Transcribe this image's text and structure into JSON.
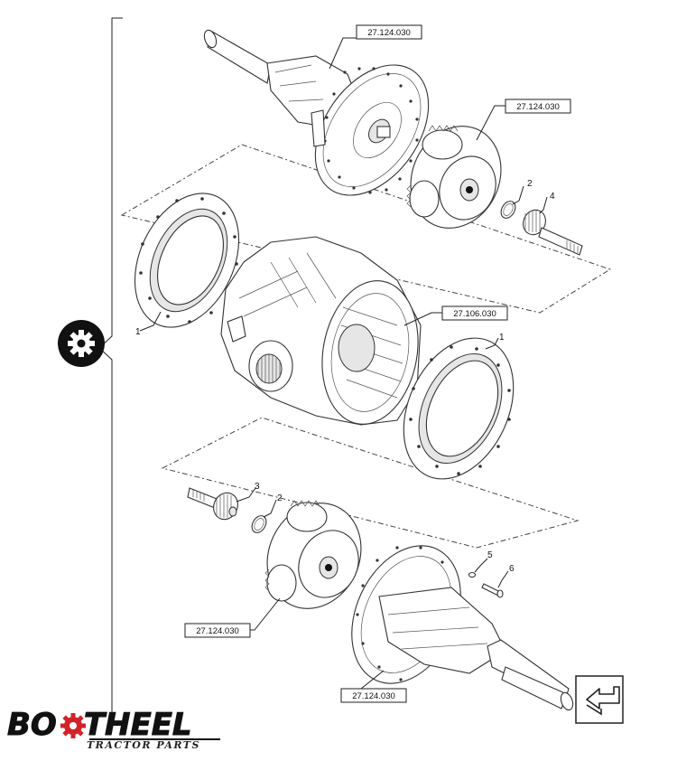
{
  "callouts": {
    "ref_shaft_top": "27.124.030",
    "ref_planet_top": "27.124.030",
    "ref_center_housing": "27.106.030",
    "ref_planet_bottom": "27.124.030",
    "ref_shaft_bottom": "27.124.030",
    "item_ring_left": "1",
    "item_ring_right": "1",
    "item_snap_top": "2",
    "item_snap_bottom": "2",
    "item_pinion_bottom": "3",
    "item_pinion_top": "4",
    "item_washer": "5",
    "item_bolt": "6"
  },
  "icons": {
    "left_badge": "gear-icon",
    "corner_nav": "arrow-return-icon"
  },
  "logo": {
    "brand_pre": "BO",
    "brand_post": "THEEL",
    "tagline": "TRACTOR PARTS"
  },
  "colors": {
    "ink": "#111111",
    "badge_bg": "#111111",
    "logo_gear": "#d2232a"
  }
}
